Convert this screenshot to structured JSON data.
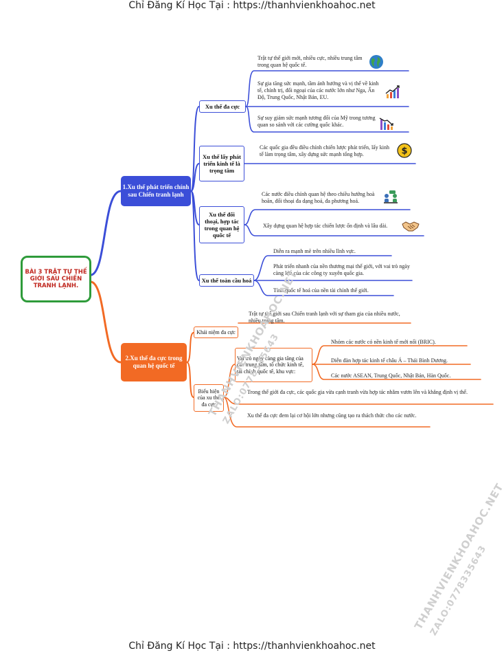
{
  "header_text": "Chỉ Đăng Kí Học Tại : https://thanhvienkhoahoc.net",
  "footer_text": "Chỉ Đăng Kí Học Tại : https://thanhvienkhoahoc.net",
  "watermark": {
    "line1": "THANHVIENKHOAHOC.NET",
    "line2": "ZALO:0778335643"
  },
  "root": {
    "title": "BÀI 3 TRẬT TỰ THẾ GIỚI SAU CHIẾN TRANH LẠNH."
  },
  "branch1": {
    "title": "1.Xu thế phát triển chính sau Chiến tranh lạnh",
    "subs": [
      {
        "title": "Xu thế đa cực",
        "leaves": [
          "Trật tự thế giới mới, nhiều cực, nhiều trung tâm trong quan hệ quốc tế.",
          "Sự gia tăng sức mạnh, tầm ảnh hưởng và vị thế về kinh tế, chính trị, đối ngoại của các nước lớn như Nga, Ấn Độ, Trung Quốc, Nhật Bản, EU.",
          "Sự suy giảm sức mạnh tương đối của Mỹ trong tương quan so sánh với các cường quốc khác."
        ]
      },
      {
        "title": "Xu thế lấy phát triển kinh tế là trọng tâm",
        "leaves": [
          "Các quốc gia đều điều chỉnh chiến lược phát triển, lấy kinh tế làm trọng tâm, xây dựng sức mạnh tổng hợp."
        ]
      },
      {
        "title": "Xu thế đối thoại, hợp tác trong quan hệ quốc tế",
        "leaves": [
          "Các nước điều chỉnh quan hệ theo chiều hướng hoà hoãn, đối thoại đa dạng hoá, đa phương hoá.",
          "Xây dựng quan hệ hợp tác chiến lược ổn định và lâu dài."
        ]
      },
      {
        "title": "Xu thế toàn cầu hoá",
        "leaves": [
          "Diễn ra mạnh mẽ trên nhiều lĩnh vực.",
          "Phát triển nhanh của nền thương mại thế giới, với vai trò ngày càng lớn của các công ty xuyên quốc gia.",
          "Tính quốc tế hoá của nền tài chính thế giới."
        ]
      }
    ]
  },
  "branch2": {
    "title": "2.Xu thế đa cực trong quan hệ quốc tế",
    "concept": {
      "title": "Khái niệm đa cực",
      "text": "Trật tự thế giới sau Chiến tranh lạnh với sự tham gia của nhiều nước, nhiều trung tâm."
    },
    "manifest": {
      "title": "Biểu hiện của xu thế đa cực",
      "role": {
        "title": "Vai trò ngày càng gia tăng của các trung tâm, tổ chức kinh tế, tài chính quốc tế, khu vực:",
        "items": [
          "Nhóm các nước có nền kinh tế mới nổi (BRIC).",
          "Diễn đàn hợp tác kinh tế châu Á – Thái Bình Dương.",
          "Các nước ASEAN, Trung Quốc, Nhật Bản, Hàn Quốc."
        ]
      },
      "other": [
        "Trong thế giới đa cực, các quốc gia vừa cạnh tranh vừa hợp tác nhằm vươn lên và khẳng định vị thế.",
        "Xu thế đa cực đem lại cơ hội lớn nhưng cũng tạo ra thách thức cho các nước."
      ]
    }
  },
  "colors": {
    "blue": "#3b4ed8",
    "orange": "#f26a24",
    "green": "#2e9b3a",
    "red_text": "#c02820"
  },
  "icons": [
    "globe-icon",
    "rising-chart-icon",
    "falling-chart-icon",
    "dollar-coin-icon",
    "meeting-icon",
    "handshake-icon"
  ]
}
